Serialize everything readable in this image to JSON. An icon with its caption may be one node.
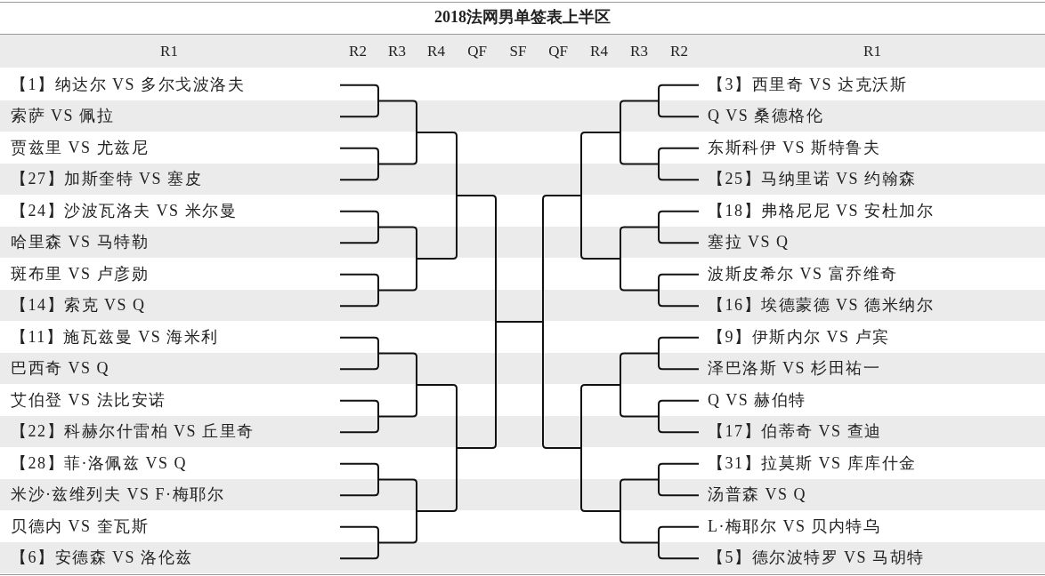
{
  "diagram": {
    "title": "2018法网男单签表上半区",
    "labels": [
      "R1",
      "R2",
      "R3",
      "R4",
      "QF",
      "SF",
      "QF",
      "R4",
      "R3",
      "R2",
      "R1",
      "【1】纳达尔 VS 多尔戈波洛夫",
      "【3】西里奇 VS 达克沃斯",
      "索萨 VS 佩拉",
      "Q VS 桑德格伦",
      "贾兹里 VS 尤兹尼",
      "东斯科伊 VS 斯特鲁夫",
      "【27】加斯奎特 VS 塞皮",
      "【25】马纳里诺 VS 约翰森",
      "【24】沙波瓦洛夫 VS 米尔曼",
      "【18】弗格尼尼 VS 安杜加尔",
      "哈里森 VS 马特勒",
      "塞拉 VS Q",
      "斑布里 VS 卢彦勋",
      "波斯皮希尔 VS 富乔维奇",
      "【14】索克 VS Q",
      "【16】埃德蒙德 VS 德米纳尔",
      "【11】施瓦兹曼 VS 海米利",
      "【9】伊斯内尔 VS 卢宾",
      "巴西奇 VS Q",
      "泽巴洛斯 VS 杉田祐一",
      "艾伯登 VS 法比安诺",
      "Q VS 赫伯特",
      "【22】科赫尔什雷柏 VS 丘里奇",
      "【17】伯蒂奇 VS 查迪",
      "【28】菲·洛佩兹 VS Q",
      "【31】拉莫斯 VS 库库什金",
      "米沙·兹维列夫 VS F·梅耶尔",
      "汤普森 VS Q",
      "贝德内 VS 奎瓦斯",
      "L·梅耶尔 VS 贝内特乌",
      "【6】安德森 VS 洛伦兹",
      "【5】德尔波特罗 VS 马胡特"
    ]
  }
}
